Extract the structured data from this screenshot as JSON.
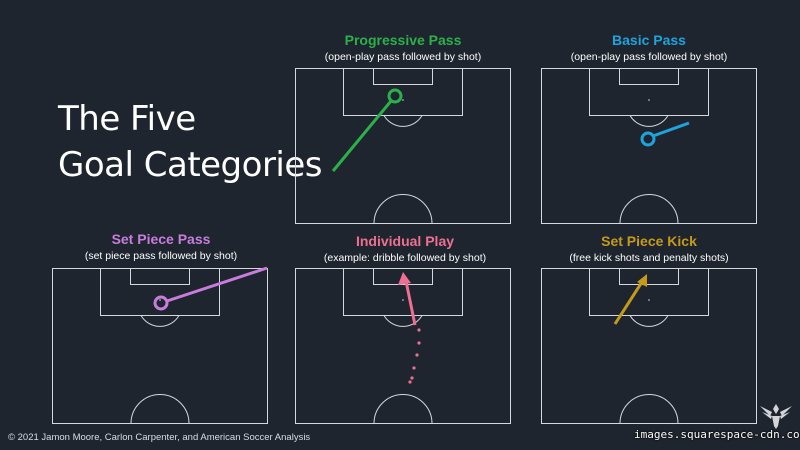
{
  "headline": {
    "line1": "The Five",
    "line2": "Goal Categories"
  },
  "panels": {
    "progressive": {
      "title": "Progressive Pass",
      "subtitle": "(open-play pass followed by shot)",
      "color": "#2bb04a"
    },
    "basic": {
      "title": "Basic Pass",
      "subtitle": "(open-play pass followed by shot)",
      "color": "#1ea3dc"
    },
    "setpiece_pass": {
      "title": "Set Piece Pass",
      "subtitle": "(set piece pass followed by shot)",
      "color": "#c77ddc"
    },
    "individual": {
      "title": "Individual Play",
      "subtitle": "(example: dribble followed by shot)",
      "color": "#ef6f92"
    },
    "setpiece_kick": {
      "title": "Set Piece Kick",
      "subtitle": "(free kick shots and penalty shots)",
      "color": "#c59a1b"
    }
  },
  "footer": {
    "copyright": "© 2021 Jamon Moore, Carlon Carpenter, and American Soccer Analysis"
  },
  "watermark": {
    "text": "images.squarespace-cdn.com"
  },
  "colors": {
    "background": "#1e252e",
    "pitch_lines": "#d5d8dc"
  }
}
